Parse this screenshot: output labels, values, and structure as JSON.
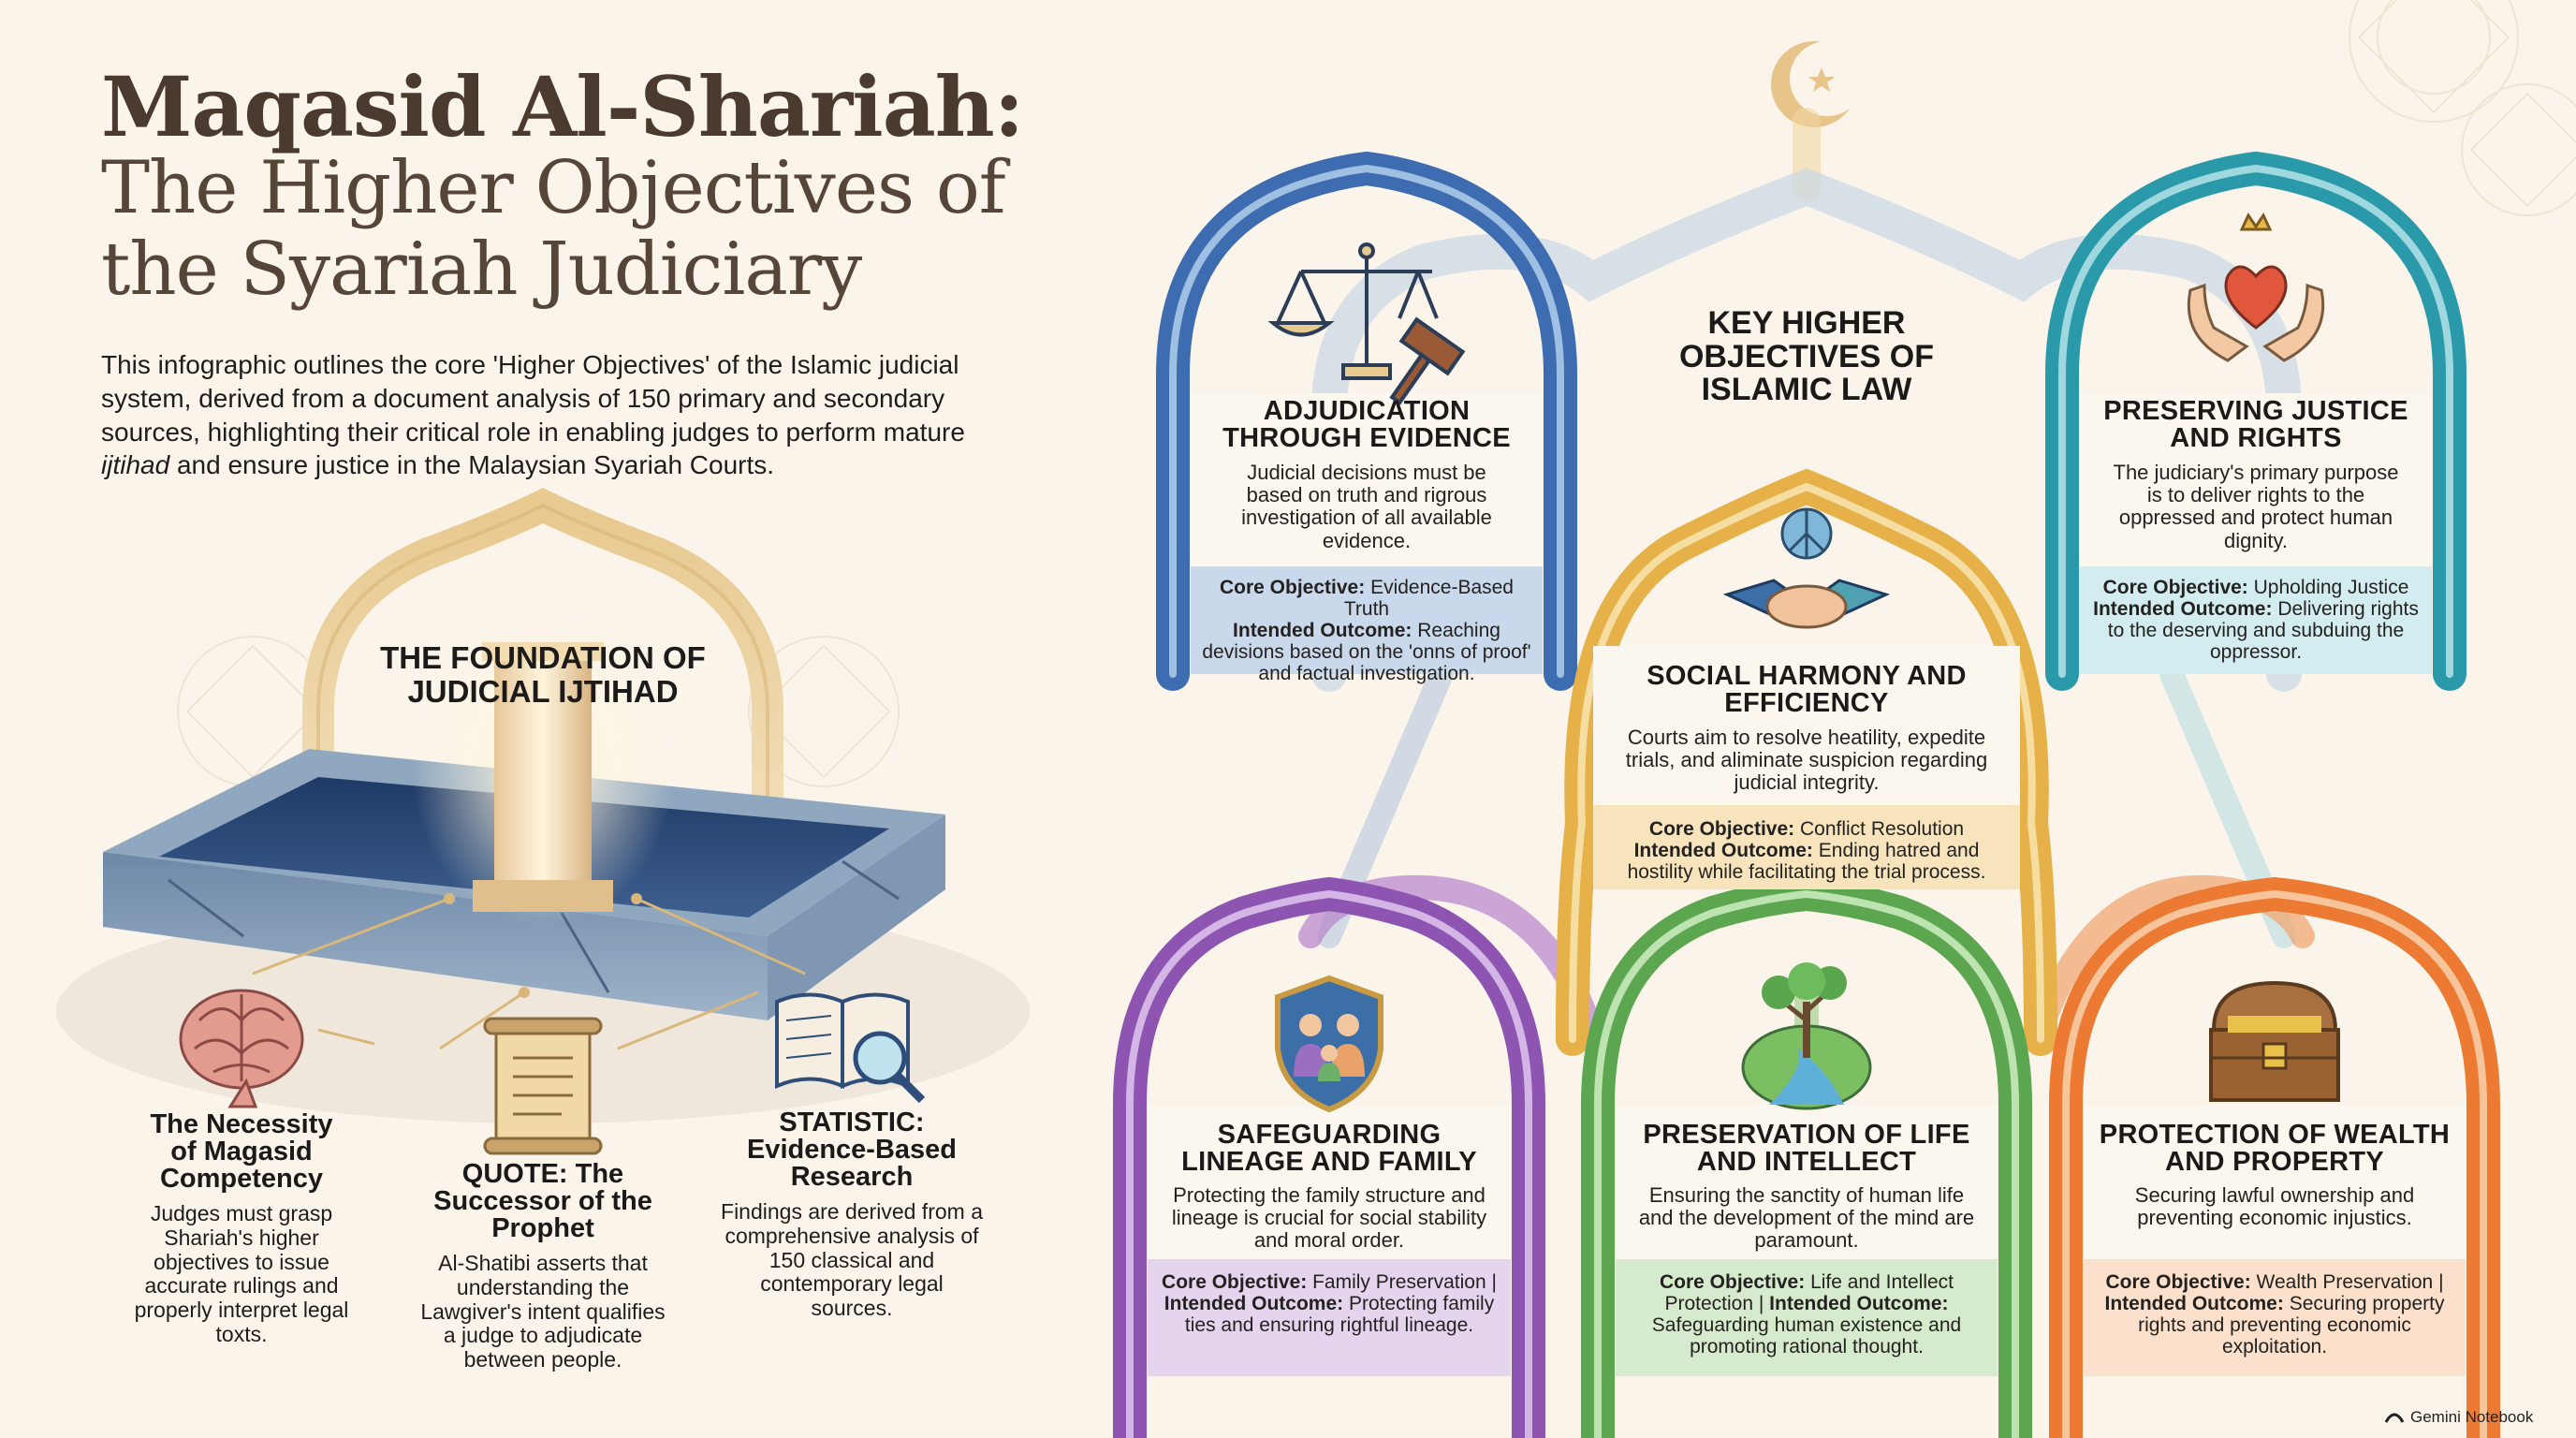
{
  "header": {
    "title_line1": "Maqasid Al-Shariah:",
    "title_line2": "The Higher Objectives of",
    "title_line3": "the Syariah Judiciary",
    "intro_part1": "This infographic outlines the core 'Higher Objectives' of the Islamic judicial system, derived from a document analysis of 150 primary and secondary sources, highlighting their critical role in enabling judges to perform mature ",
    "intro_italic": "ijtihad",
    "intro_part2": " and ensure justice in the Malaysian Syariah Courts."
  },
  "foundation": {
    "title": "THE FOUNDATION OF JUDICIAL IJTIHAD",
    "pillars": [
      {
        "heading": "The Necessity of Magasid Competency",
        "body": "Judges must grasp Shariah's higher objectives to issue accurate rulings and properly interpret legal toxts."
      },
      {
        "heading": "QUOTE: The Successor of the Prophet",
        "body": "Al-Shatibi asserts that understanding the Lawgiver's intent qualifies a judge to adjudicate between people."
      },
      {
        "heading": "STATISTIC: Evidence-Based Research",
        "body": "Findings are derived from a comprehensive analysis of 150 classical and contemporary legal sources."
      }
    ]
  },
  "objectives": {
    "title": "KEY HIGHER OBJECTIVES OF ISLAMIC LAW",
    "core_label": "Core Objective:",
    "outcome_label": "Intended Outcome:",
    "cards": [
      {
        "title": "ADJUDICATION THROUGH EVIDENCE",
        "body": "Judicial decisions must be based on truth and rigrous investigation of all available evidence.",
        "core": "Evidence-Based Truth",
        "outcome": "Reaching devisions based on the 'onns of proof' and factual investigation.",
        "icon": "scales-gavel-icon",
        "color": "#3f6fb0"
      },
      {
        "title": "PRESERVING JUSTICE AND RIGHTS",
        "body": "The judiciary's primary purpose is to deliver rights to the oppressed and protect human dignity.",
        "core": "Upholding Justice",
        "outcome": "Delivering rights to the deserving and subduing the oppressor.",
        "icon": "hands-heart-crown-icon",
        "color": "#2a98a8"
      },
      {
        "title": "SOCIAL HARMONY AND EFFICIENCY",
        "body": "Courts aim to resolve heatility, expedite trials, and aliminate suspicion regarding judicial integrity.",
        "core": "Conflict Resolution",
        "outcome": "Ending hatred and hostility while facilitating the trial process.",
        "icon": "handshake-peace-icon",
        "color": "#e6b149"
      },
      {
        "title": "SAFEGUARDING LINEAGE AND FAMILY",
        "body": "Protecting the family structure and lineage is crucial for social stability and moral order.",
        "core": "Family Preservation",
        "outcome": "Protecting family ties and ensuring rightful lineage.",
        "icon": "family-shield-icon",
        "color": "#8c56b0"
      },
      {
        "title": "PRESERVATION OF LIFE AND INTELLECT",
        "body": "Ensuring the sanctity of human life and the development of the mind are paramount.",
        "core": "Life and Intellect Protection",
        "outcome": "Safeguarding human existence and promoting rational thought.",
        "icon": "tree-river-icon",
        "color": "#5aa44e"
      },
      {
        "title": "PROTECTION OF WEALTH AND PROPERTY",
        "body": "Securing lawful ownership and preventing economic injustics.",
        "core": "Wealth Preservation",
        "outcome": "Securing property rights and preventing economic exploitation.",
        "icon": "treasure-chest-icon",
        "color": "#ec7a32"
      }
    ]
  },
  "branding": {
    "label": "Gemini Notebook"
  }
}
